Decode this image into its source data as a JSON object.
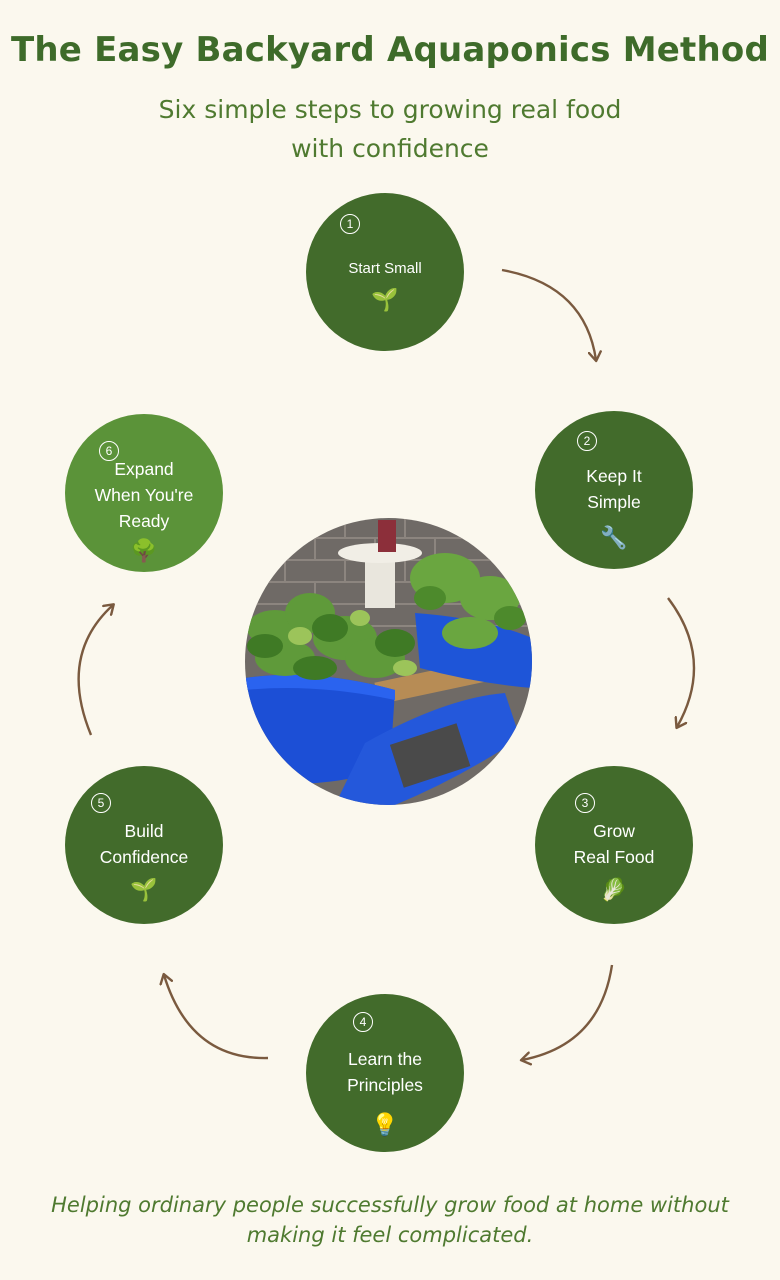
{
  "header": {
    "title": "The Easy Backyard Aquaponics Method",
    "subtitle_line1": "Six simple steps to growing real food",
    "subtitle_line2": "with confidence"
  },
  "steps": [
    {
      "number": "1",
      "line1": "Start Small",
      "line2": "",
      "line3": "",
      "icon": "🌱",
      "icon_name": "seedling-icon"
    },
    {
      "number": "2",
      "line1": "Keep It",
      "line2": "Simple",
      "line3": "",
      "icon": "🔧",
      "icon_name": "wrench-icon"
    },
    {
      "number": "3",
      "line1": "Grow",
      "line2": "Real Food",
      "line3": "",
      "icon": "🥬",
      "icon_name": "leafy-green-icon"
    },
    {
      "number": "4",
      "line1": "Learn the",
      "line2": "Principles",
      "line3": "",
      "icon": "💡",
      "icon_name": "light-bulb-icon"
    },
    {
      "number": "5",
      "line1": "Build",
      "line2": "Confidence",
      "line3": "",
      "icon": "🌱",
      "icon_name": "sprout-icon"
    },
    {
      "number": "6",
      "line1": "Expand",
      "line2": "When You're",
      "line3": "Ready",
      "icon": "🌳",
      "icon_name": "tree-icon"
    }
  ],
  "center_photo": {
    "description": "aquaponics-system-photo"
  },
  "footer": {
    "line1": "Helping ordinary people successfully grow food at home without",
    "line2": "making it feel complicated."
  },
  "colors": {
    "background": "#fbf8ee",
    "circle_dark": "#426b2b",
    "circle_light": "#5b9339",
    "title": "#3e6b2a",
    "arrow": "#7a5a3f"
  }
}
